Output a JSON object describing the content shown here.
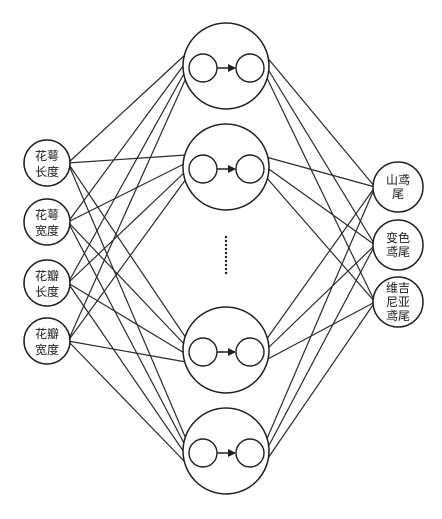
{
  "inputs": [
    {
      "id": "in-1",
      "line1": "花萼",
      "line2": "长度"
    },
    {
      "id": "in-2",
      "line1": "花萼",
      "line2": "宽度"
    },
    {
      "id": "in-3",
      "line1": "花瓣",
      "line2": "长度"
    },
    {
      "id": "in-4",
      "line1": "花瓣",
      "line2": "宽度"
    }
  ],
  "outputs": [
    {
      "id": "out-1",
      "lines": [
        "山鸢",
        "尾"
      ]
    },
    {
      "id": "out-2",
      "lines": [
        "变色",
        "鸢尾"
      ]
    },
    {
      "id": "out-3",
      "lines": [
        "维吉",
        "尼亚",
        "鸢尾"
      ]
    }
  ],
  "hidden_count": 4,
  "hidden_has_ellipsis": true
}
